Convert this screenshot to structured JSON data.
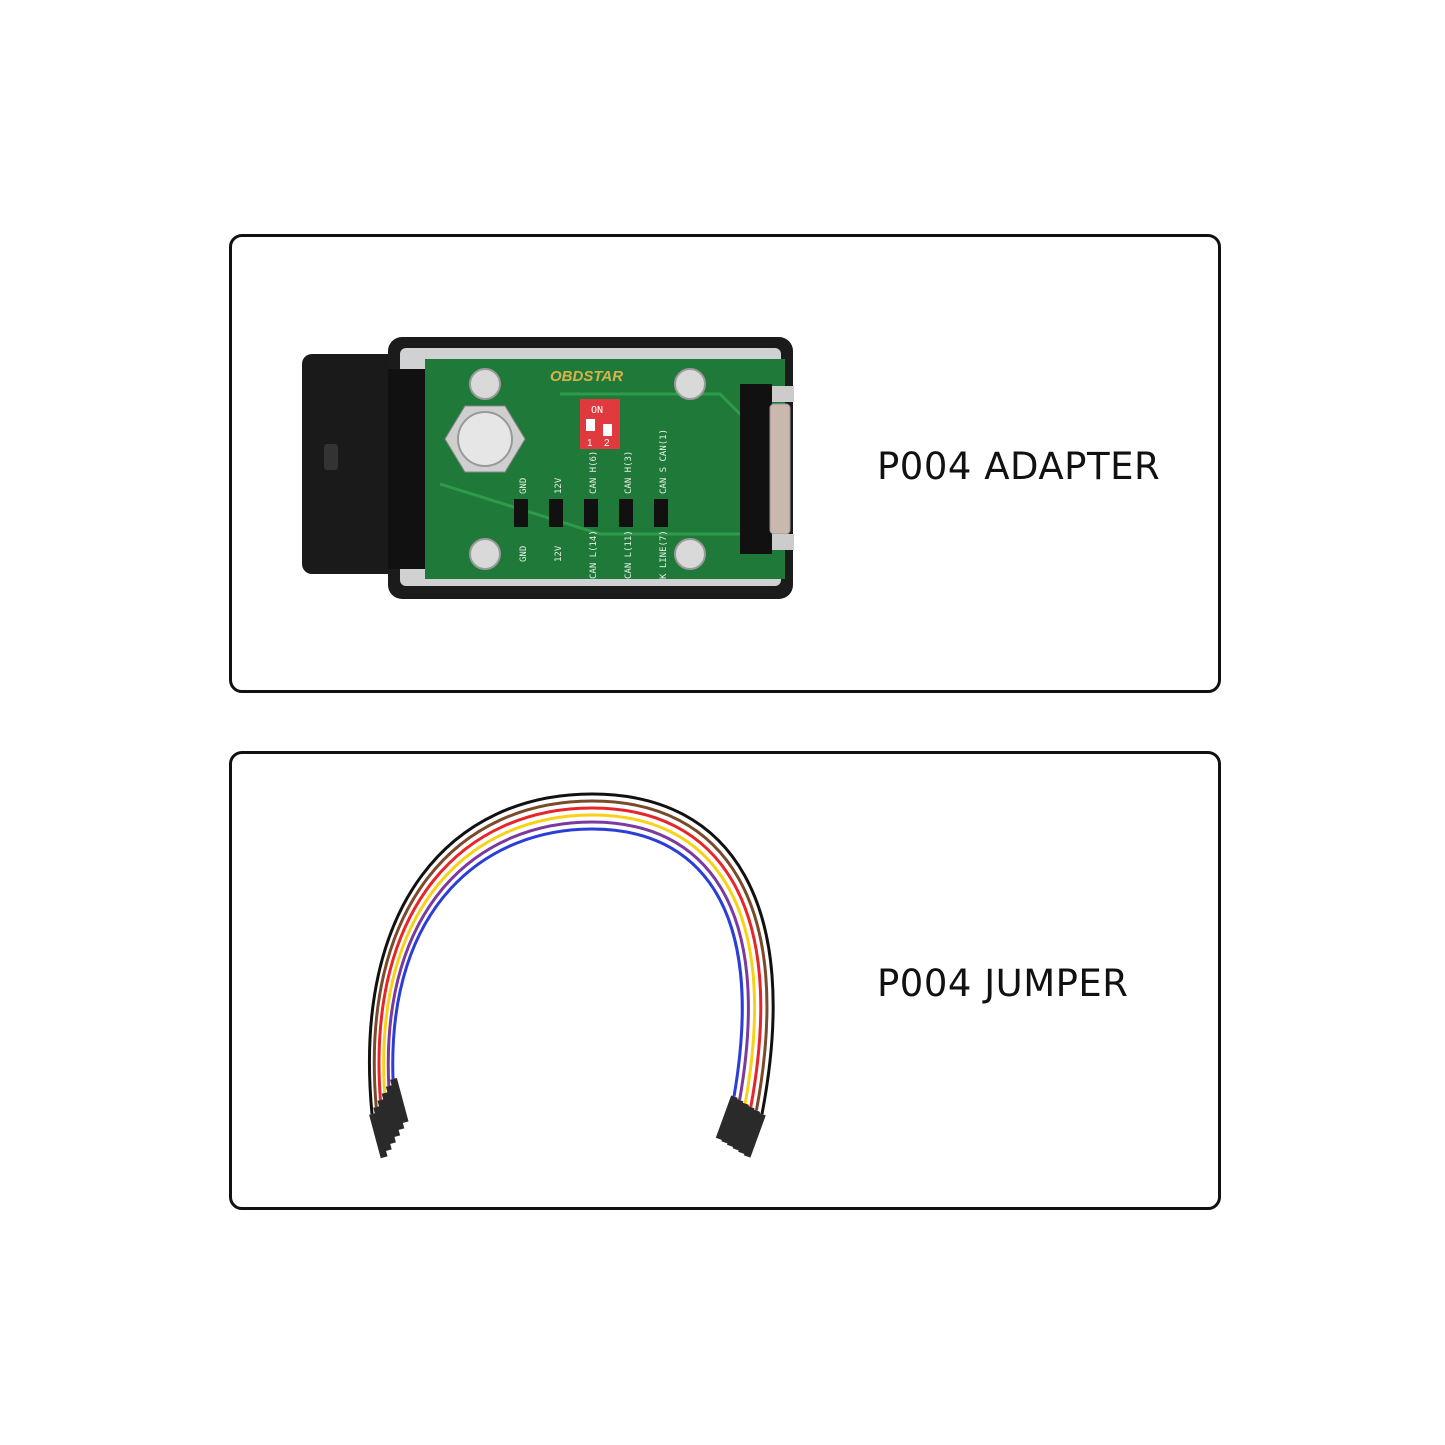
{
  "panels": [
    {
      "label": "P004 ADAPTER",
      "logo": "OBDSTAR",
      "dip_switch": {
        "title": "ON",
        "positions": [
          "1",
          "2"
        ]
      },
      "pin_labels_top": [
        "GND",
        "12V",
        "CAN H(6)",
        "CAN H(3)",
        "CAN S CAN(1)"
      ],
      "pin_labels_bottom": [
        "GND",
        "12V",
        "CAN L(14)",
        "CAN L(11)",
        "K LINE(7)"
      ],
      "colors": {
        "pcb": "#1f7a3a",
        "housing": "#1b1b1b",
        "dip": "#e0393e"
      }
    },
    {
      "label": "P004 JUMPER",
      "wire_colors": [
        "#111111",
        "#7a4a2a",
        "#e5262a",
        "#f7d21b",
        "#7a3aa0",
        "#2b3fd6"
      ]
    }
  ]
}
